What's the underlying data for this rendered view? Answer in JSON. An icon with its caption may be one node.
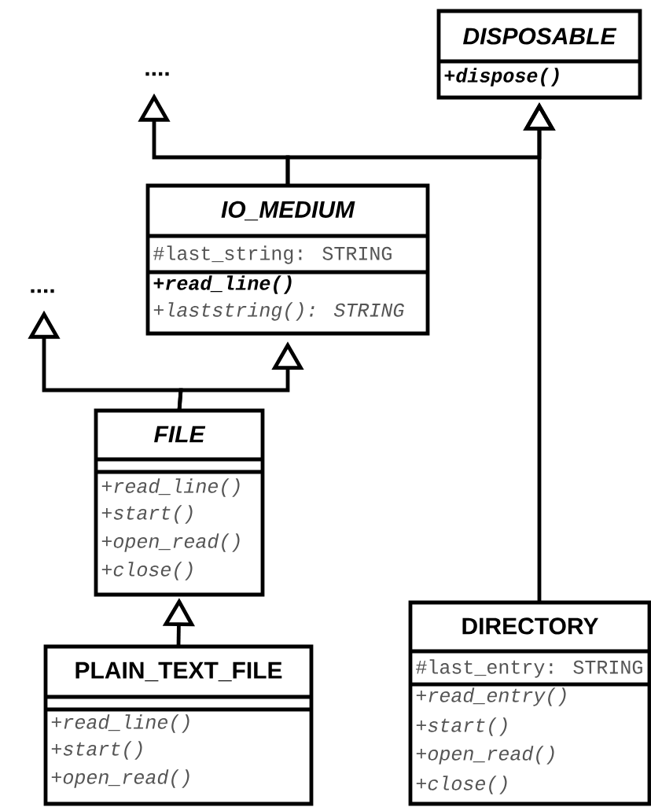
{
  "diagram": {
    "nodes": [
      {
        "text": [
          "...."
        ]
      },
      {
        "text": [
          "DISPOSABLE",
          "+dispose()"
        ]
      },
      {
        "text": [
          "IO_MEDIUM",
          "#last_string: STRING",
          "+read_line()",
          "+laststring(): STRING"
        ]
      },
      {
        "text": [
          "...."
        ]
      },
      {
        "text": [
          "FILE",
          "+read_line()",
          "+start()",
          "+open_read()",
          "+close()"
        ]
      },
      {
        "text": [
          "PLAIN_TEXT_FILE",
          "+read_line()",
          "+start()",
          "+open_read()"
        ]
      },
      {
        "text": [
          "DIRECTORY",
          "#last_entry: STRING",
          "+read_entry()",
          "+start()",
          "+open_read()",
          "+close()"
        ]
      }
    ],
    "edges": [
      {
        "from": 2,
        "to": 0,
        "arrow": "to"
      },
      {
        "from": 2,
        "to": 1,
        "arrow": "to"
      },
      {
        "from": 6,
        "to": 1,
        "arrow": "to"
      },
      {
        "from": 4,
        "to": 3,
        "arrow": "to"
      },
      {
        "from": 4,
        "to": 2,
        "arrow": "to"
      },
      {
        "from": 5,
        "to": 4,
        "arrow": "to"
      }
    ]
  }
}
